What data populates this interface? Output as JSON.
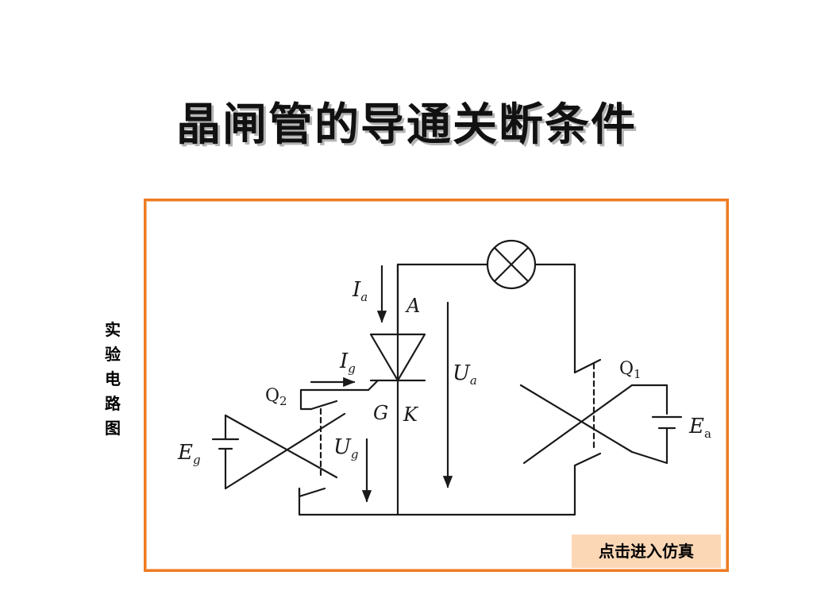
{
  "slide": {
    "title": "晶闸管的导通关断条件",
    "side_label_chars": [
      "实",
      "验",
      "电",
      "路",
      "图"
    ]
  },
  "circuit": {
    "labels": {
      "ia": "I",
      "ia_sub": "a",
      "anode": "A",
      "ig": "I",
      "ig_sub": "g",
      "ua": "U",
      "ua_sub": "a",
      "gate": "G",
      "cathode": "K",
      "q1": "Q",
      "q1_sub": "1",
      "q2": "Q",
      "q2_sub": "2",
      "ea": "E",
      "ea_sub": "a",
      "eg": "E",
      "eg_sub": "g",
      "ug": "U",
      "ug_sub": "g"
    }
  },
  "actions": {
    "simulate_label": "点击进入仿真"
  },
  "colors": {
    "frame_border": "#ee7b22",
    "button_bg": "#fcd7b6"
  }
}
